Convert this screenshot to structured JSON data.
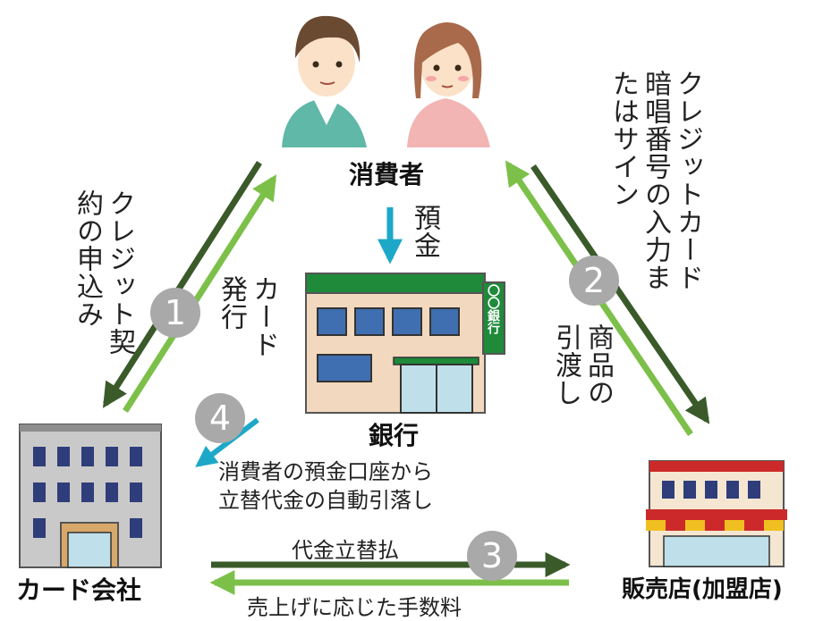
{
  "nodes": {
    "consumer": "消費者",
    "bank": "銀行",
    "card_company": "カード会社",
    "store": "販売店(加盟店)"
  },
  "bank_sign": "〇〇銀行",
  "steps": [
    "1",
    "2",
    "3",
    "4"
  ],
  "flows": {
    "deposit": "預金",
    "apply": "クレジット契約の申込み",
    "issue": "カード発行",
    "card_pin": "クレジットカード暗唱番号の入力またはサイン",
    "goods": "商品の引渡し",
    "payment": "代金立替払",
    "fee": "売上げに応じた手数料",
    "debit_line1": "消費者の預金口座から",
    "debit_line2": "立替代金の自動引落し"
  },
  "colors": {
    "dark_arrow": "#3a5a2a",
    "light_arrow": "#7cc04a",
    "cyan_arrow": "#1ea8c8",
    "badge": "#a9a9a9",
    "bank_roof": "#1e8a3a"
  }
}
